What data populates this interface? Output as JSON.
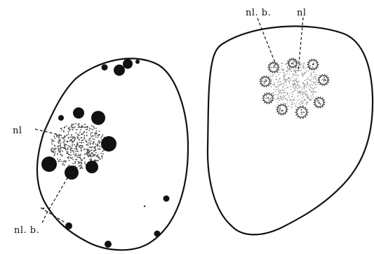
{
  "labels": {
    "left_nucleolus": "nl",
    "left_bodies": "nl. b.",
    "right_bodies": "nl. b.",
    "right_nucleolus": "nl"
  },
  "colors": {
    "ink": "#111111",
    "background": "#ffffff"
  }
}
